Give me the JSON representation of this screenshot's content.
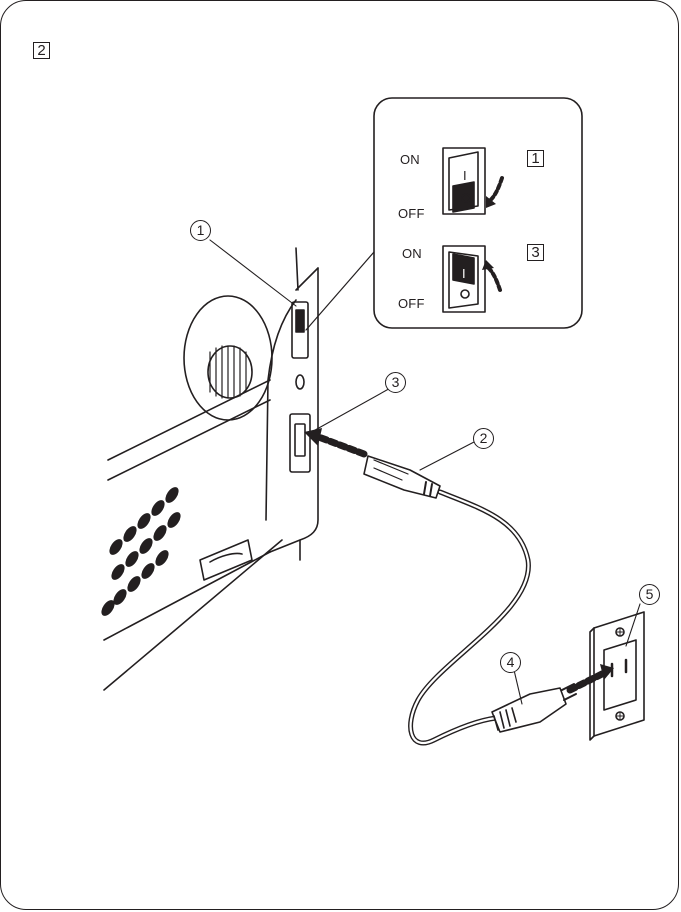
{
  "page": {
    "step_marker": "2"
  },
  "inset": {
    "top_switch": {
      "on_label": "ON",
      "off_label": "OFF",
      "step": "1"
    },
    "bottom_switch": {
      "on_label": "ON",
      "off_label": "OFF",
      "step": "3"
    }
  },
  "callouts": [
    "1",
    "2",
    "3",
    "4",
    "5"
  ],
  "colors": {
    "line": "#231f20",
    "paper": "#ffffff"
  }
}
